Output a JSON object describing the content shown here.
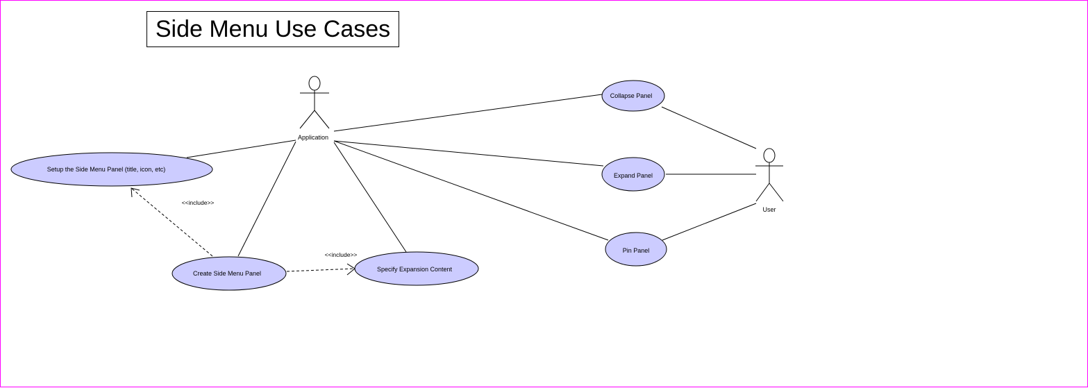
{
  "diagram": {
    "title": "Side Menu Use Cases",
    "actors": {
      "application": "Application",
      "user": "User"
    },
    "use_cases": {
      "setup": "Setup the Side Menu Panel (title, icon, etc)",
      "create": "Create Side Menu Panel",
      "specify": "Specify Expansion Content",
      "collapse": "Collapse Panel",
      "expand": "Expand Panel",
      "pin": "Pin Panel"
    },
    "relationships": {
      "include_setup": "<<include>>",
      "include_specify": "<<include>>"
    },
    "colors": {
      "use_case_fill": "#ccccff",
      "line": "#000000",
      "frame_border": "#ff00ff"
    }
  }
}
